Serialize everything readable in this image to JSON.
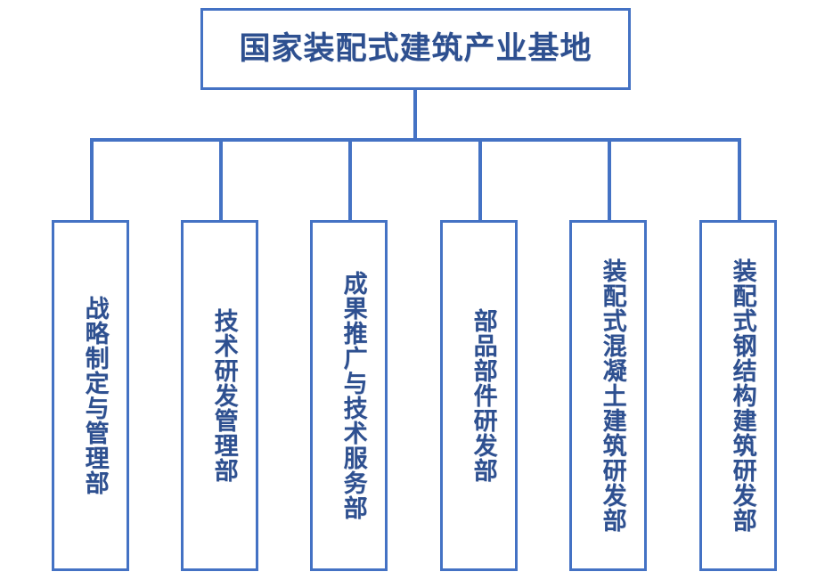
{
  "diagram": {
    "type": "org-chart",
    "orientation": "top-down",
    "colors": {
      "border": "#4472C4",
      "text": "#2E5090",
      "background": "#FFFFFF",
      "connector": "#4472C4"
    },
    "root": {
      "id": "root",
      "label": "国家装配式建筑产业基地",
      "text_orientation": "horizontal"
    },
    "children": [
      {
        "id": "dept-1",
        "label": "战略制定与管理部",
        "text_orientation": "vertical"
      },
      {
        "id": "dept-2",
        "label": "技术研发管理部",
        "text_orientation": "vertical"
      },
      {
        "id": "dept-3",
        "label": "成果推广与技术服务部",
        "text_orientation": "vertical"
      },
      {
        "id": "dept-4",
        "label": "部品部件研发部",
        "text_orientation": "vertical"
      },
      {
        "id": "dept-5",
        "label": "装配式混凝土建筑研发部",
        "text_orientation": "vertical"
      },
      {
        "id": "dept-6",
        "label": "装配式钢结构建筑研发部",
        "text_orientation": "vertical"
      }
    ]
  }
}
